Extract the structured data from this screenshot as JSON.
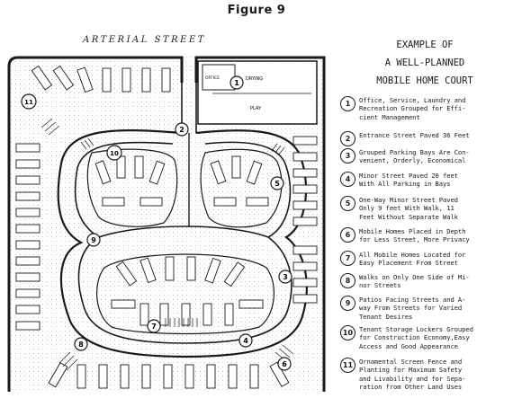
{
  "figure_title": "Figure 9",
  "street_label": "ARTERIAL   STREET",
  "heading": {
    "line1": "EXAMPLE OF",
    "line2": "A WELL-PLANNED",
    "line3": "MOBILE HOME COURT"
  },
  "plan_labels": {
    "drying": "DRYING",
    "play": "PLAY",
    "office": "OFFICE"
  },
  "markers": [
    "1",
    "2",
    "3",
    "4",
    "5",
    "6",
    "7",
    "8",
    "9",
    "10",
    "11"
  ],
  "legend": [
    {
      "num": "1",
      "text": "Office, Service, Laundry and\nRecreation Grouped for Effi-\ncient Management"
    },
    {
      "num": "2",
      "text": "Entrance Street Paved 36 Feet"
    },
    {
      "num": "3",
      "text": "Grouped Parking Bays Are Con-\nvenient, Orderly, Economical"
    },
    {
      "num": "4",
      "text": "Minor Street Paved  20 feet\nWith All Parking in Bays"
    },
    {
      "num": "5",
      "text": "One-Way  Minor Street Paved\nOnly  9 feet With Walk, 11\nFeet Without  Separate Walk"
    },
    {
      "num": "6",
      "text": "Mobile Homes Placed in Depth\nfor Less Street, More Privacy"
    },
    {
      "num": "7",
      "text": "All Mobile Homes Located for\nEasy  Placement From Street"
    },
    {
      "num": "8",
      "text": "Walks on Only One Side of Mi-\nnor Streets"
    },
    {
      "num": "9",
      "text": "Patios Facing Streets and A-\nway From Streets  for Varied\nTenant Desires"
    },
    {
      "num": "10",
      "text": "Tenant Storage Lockers Grouped\nfor Construction Economy,Easy\nAccess and Good Appearance"
    },
    {
      "num": "11",
      "text": "Ornamental  Screen Fence and\nPlanting  for Maximum Safety\nand Livability and for Sepa-\nration from  Other Land Uses"
    }
  ]
}
